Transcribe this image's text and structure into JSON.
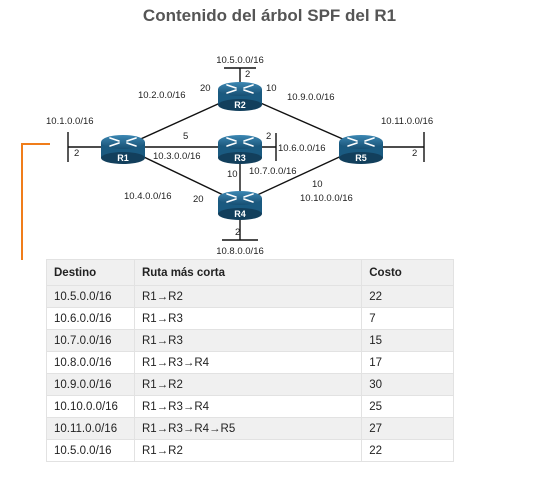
{
  "title": "Contenido del árbol SPF del R1",
  "routers": {
    "r1": "R1",
    "r2": "R2",
    "r3": "R3",
    "r4": "R4",
    "r5": "R5"
  },
  "networks": {
    "n1": "10.1.0.0/16",
    "n2": "10.2.0.0/16",
    "n3": "10.3.0.0/16",
    "n4": "10.4.0.0/16",
    "n5": "10.5.0.0/16",
    "n6": "10.6.0.0/16",
    "n7": "10.7.0.0/16",
    "n8": "10.8.0.0/16",
    "n9": "10.9.0.0/16",
    "n10": "10.10.0.0/16",
    "n11": "10.11.0.0/16"
  },
  "costs": {
    "r1_lan": "2",
    "r1_r3": "5",
    "r2_r1": "20",
    "r2_lan": "2",
    "r2_r5": "10",
    "r3_lan": "2",
    "r3_r4": "10",
    "r4_r1": "20",
    "r4_lan": "2",
    "r5_r4": "10",
    "r5_lan": "2"
  },
  "arrow_color": "#f07d1a",
  "table": {
    "headers": {
      "dest": "Destino",
      "path": "Ruta más corta",
      "cost": "Costo"
    },
    "rows": [
      {
        "dest": "10.5.0.0/16",
        "path": "R1→R2",
        "cost": "22"
      },
      {
        "dest": "10.6.0.0/16",
        "path": "R1→R3",
        "cost": "7"
      },
      {
        "dest": "10.7.0.0/16",
        "path": "R1→R3",
        "cost": "15"
      },
      {
        "dest": "10.8.0.0/16",
        "path": "R1→R3→R4",
        "cost": "17"
      },
      {
        "dest": "10.9.0.0/16",
        "path": "R1→R2",
        "cost": "30"
      },
      {
        "dest": "10.10.0.0/16",
        "path": "R1→R3→R4",
        "cost": "25"
      },
      {
        "dest": "10.11.0.0/16",
        "path": "R1→R3→R4→R5",
        "cost": "27"
      },
      {
        "dest": "10.5.0.0/16",
        "path": "R1→R2",
        "cost": "22"
      }
    ]
  }
}
